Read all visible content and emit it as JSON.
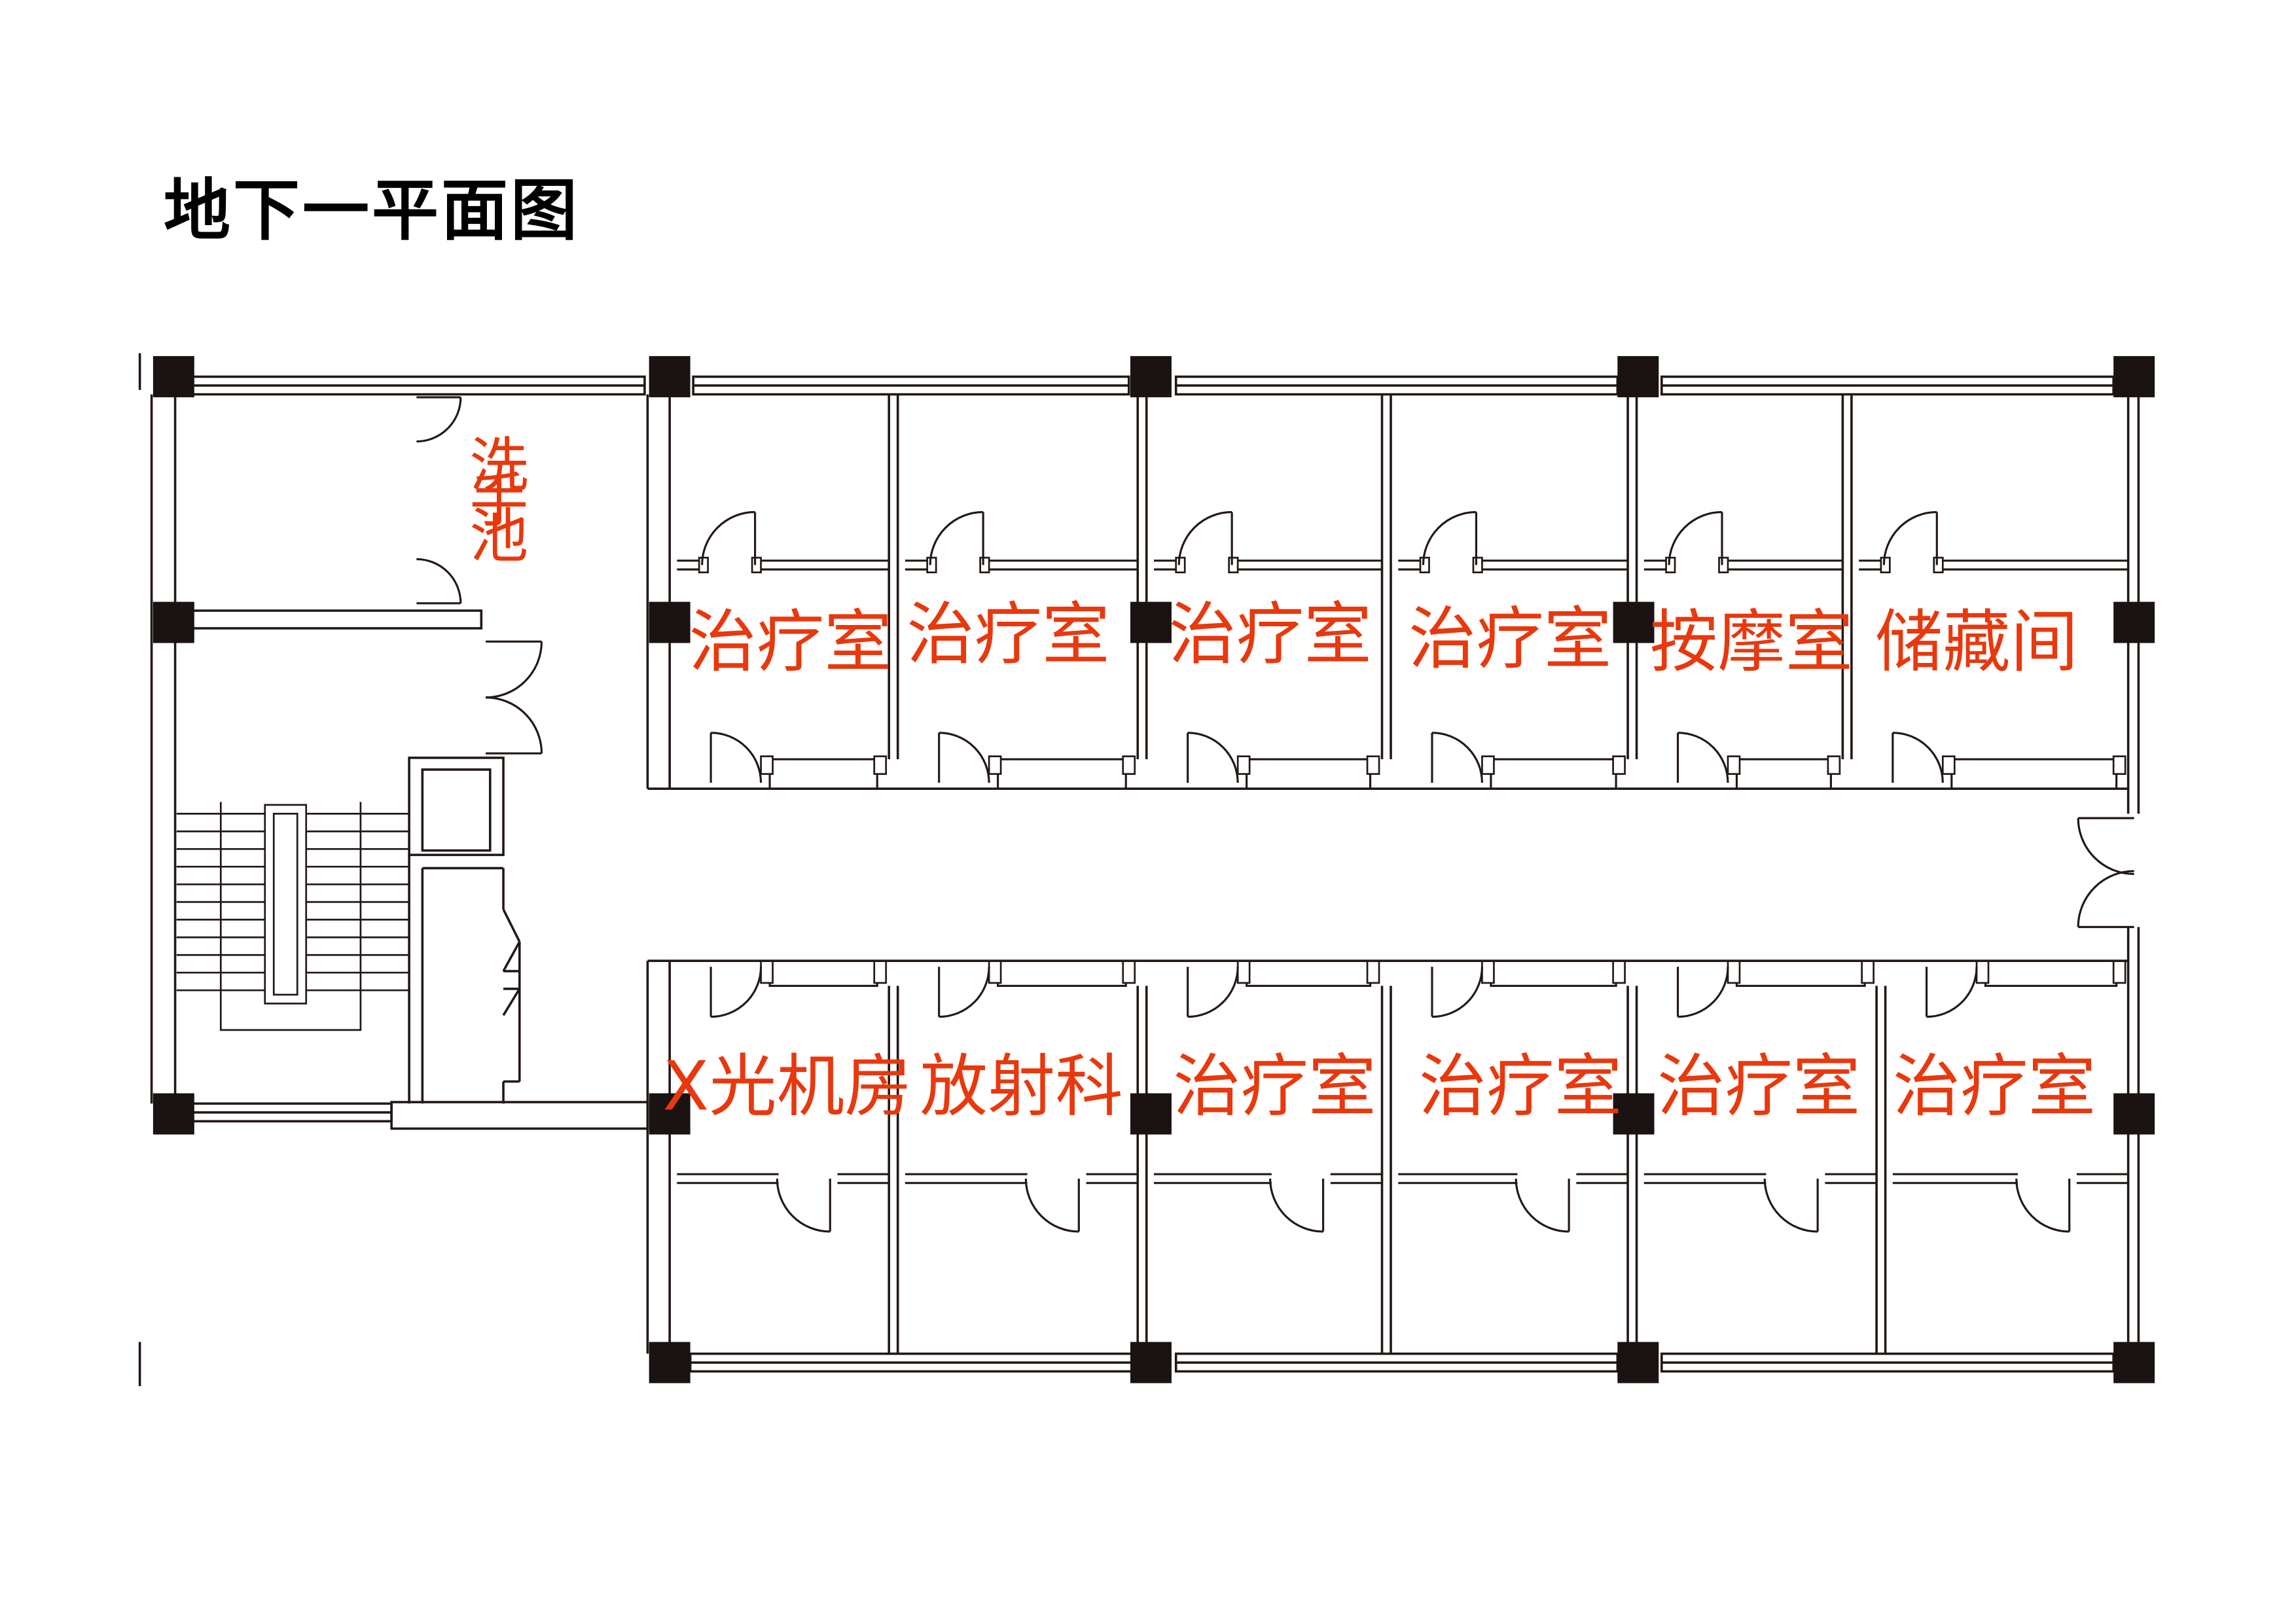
{
  "title": "地下一平面图",
  "colors": {
    "wall": "#231815",
    "column": "#1a1311",
    "label": "#e8380d",
    "background": "#ffffff"
  },
  "rooms_top": [
    "治疗室",
    "治疗室",
    "治疗室",
    "治疗室",
    "按摩室",
    "储藏间"
  ],
  "rooms_bottom": [
    "X光机房",
    "放射科",
    "治疗室",
    "治疗室",
    "治疗室",
    "治疗室"
  ],
  "washroom": [
    "洗",
    "手",
    "池"
  ]
}
